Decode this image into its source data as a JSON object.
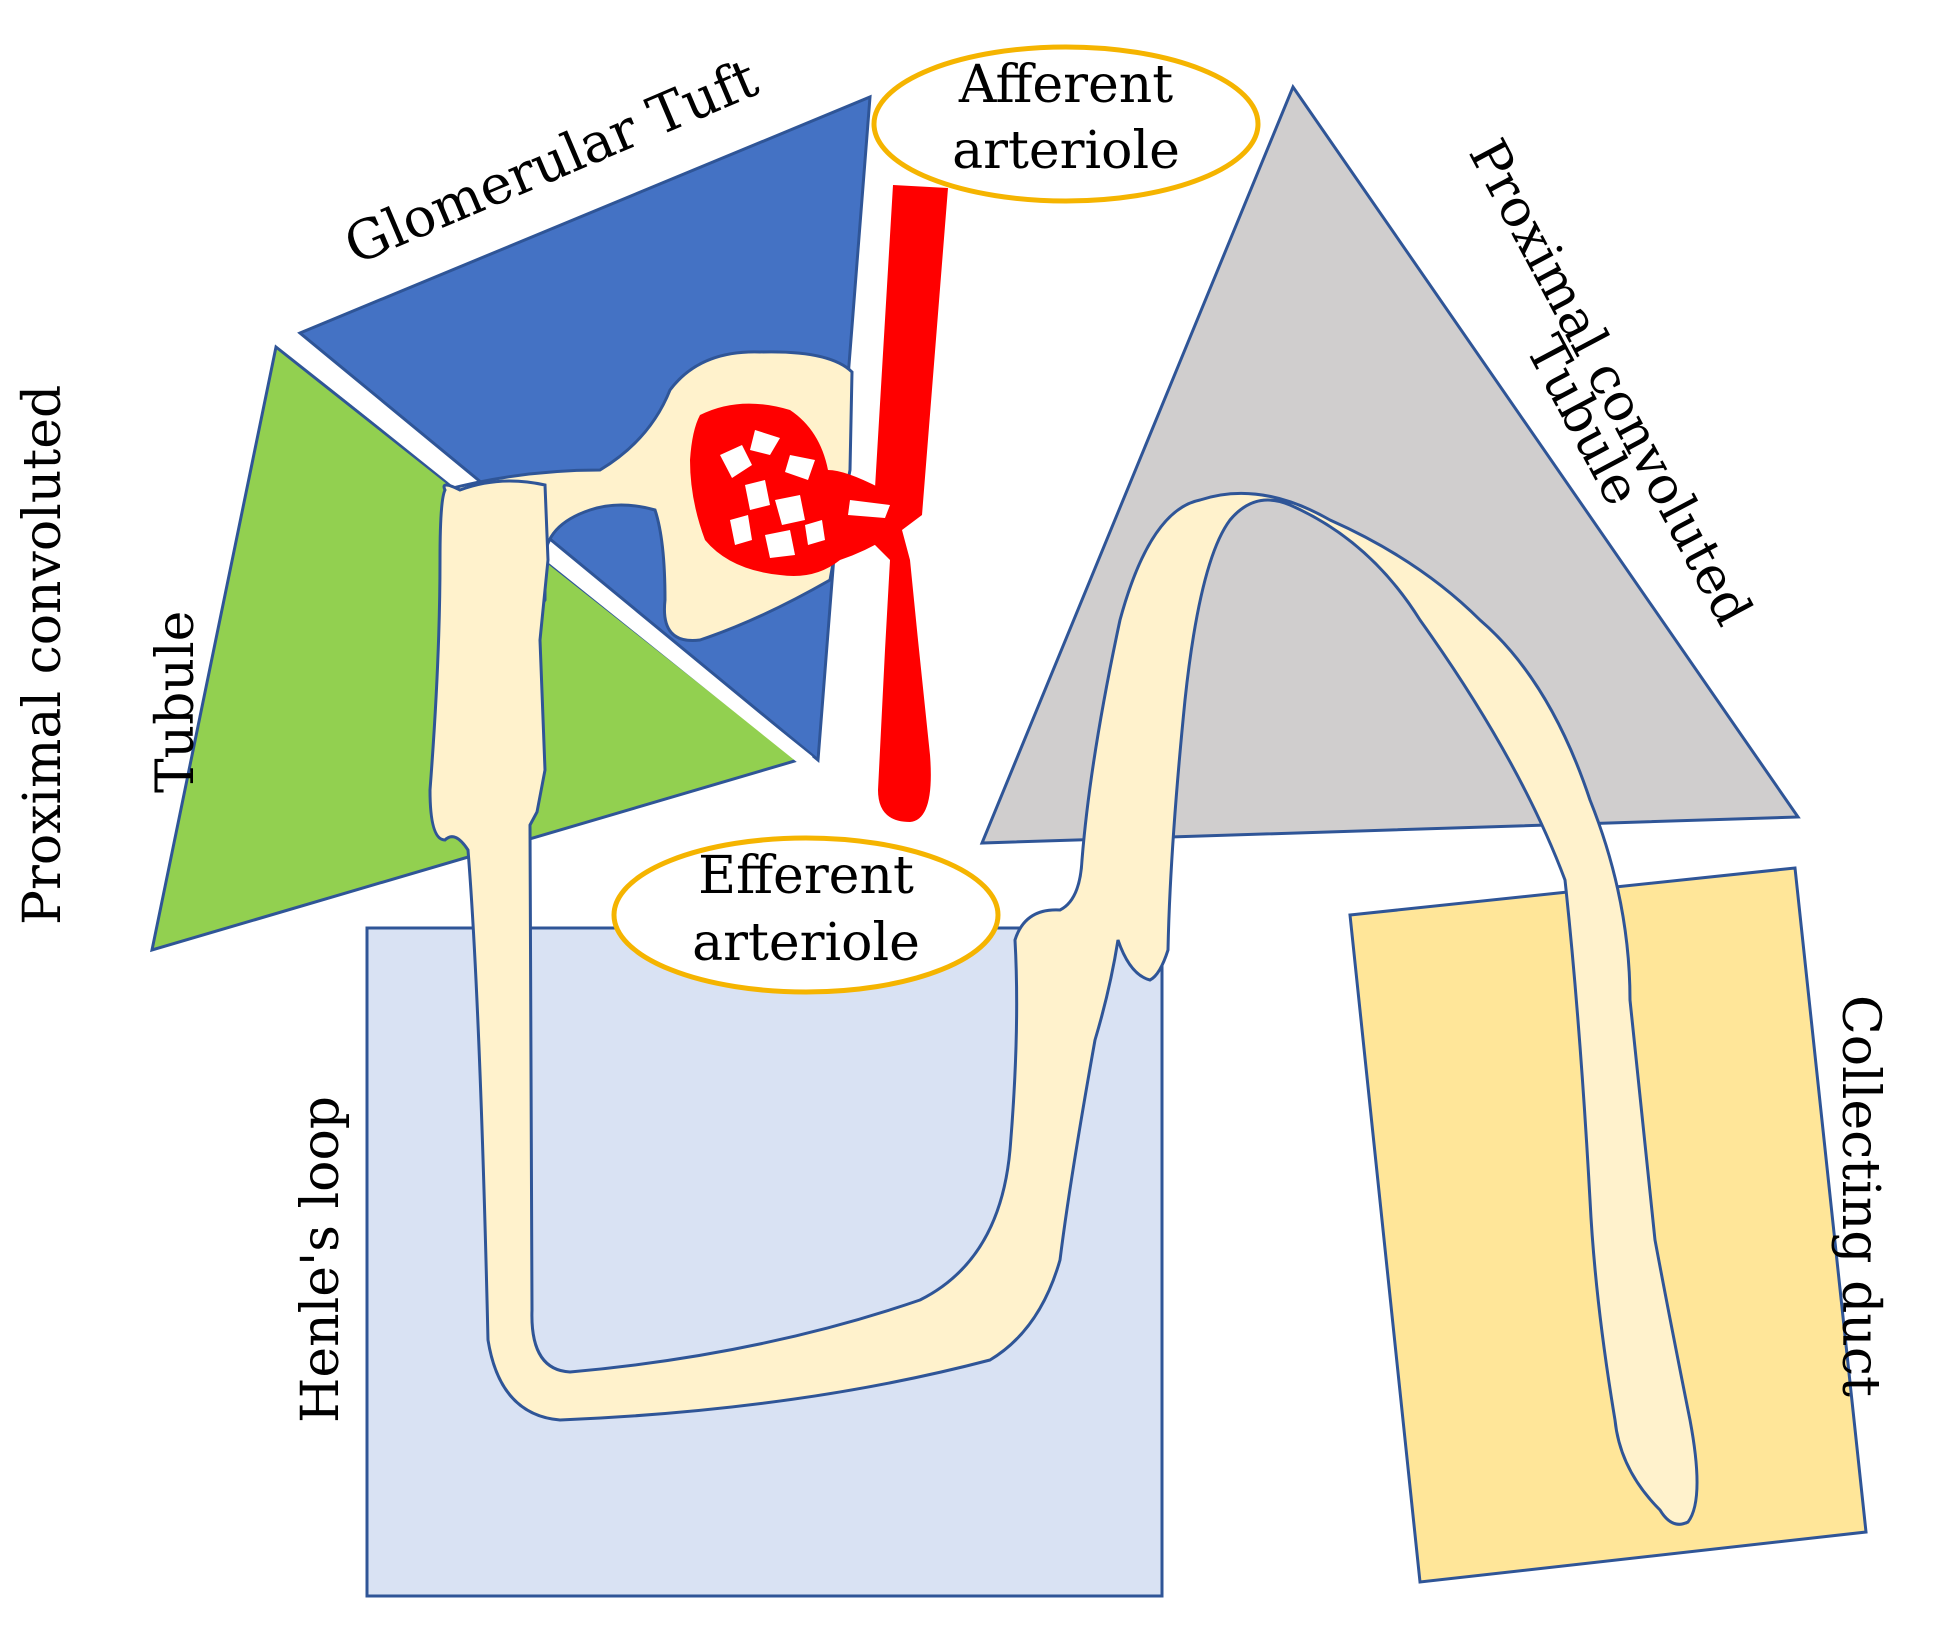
{
  "labels": {
    "glomerular_tuft": "Glomerular Tuft",
    "pct_left_line1": "Proximal convoluted",
    "pct_left_line2": "Tubule",
    "pct_right_line1": "Proximal convoluted",
    "pct_right_line2": "Tubule",
    "afferent_line1": "Afferent",
    "afferent_line2": "arteriole",
    "efferent_line1": "Efferent",
    "efferent_line2": "arteriole",
    "henle": "Henle's loop",
    "collecting": "Collecting duct"
  },
  "colors": {
    "glomerular_tuft": "#4472C4",
    "pct_left": "#92D050",
    "pct_right": "#D0CECE",
    "henle_box": "#D9E2F3",
    "collecting_box": "#FFE699",
    "tubule": "#FFF2CC",
    "outline": "#2F5597",
    "vessel": "#FF0000",
    "bubble_border": "#F5B400"
  }
}
